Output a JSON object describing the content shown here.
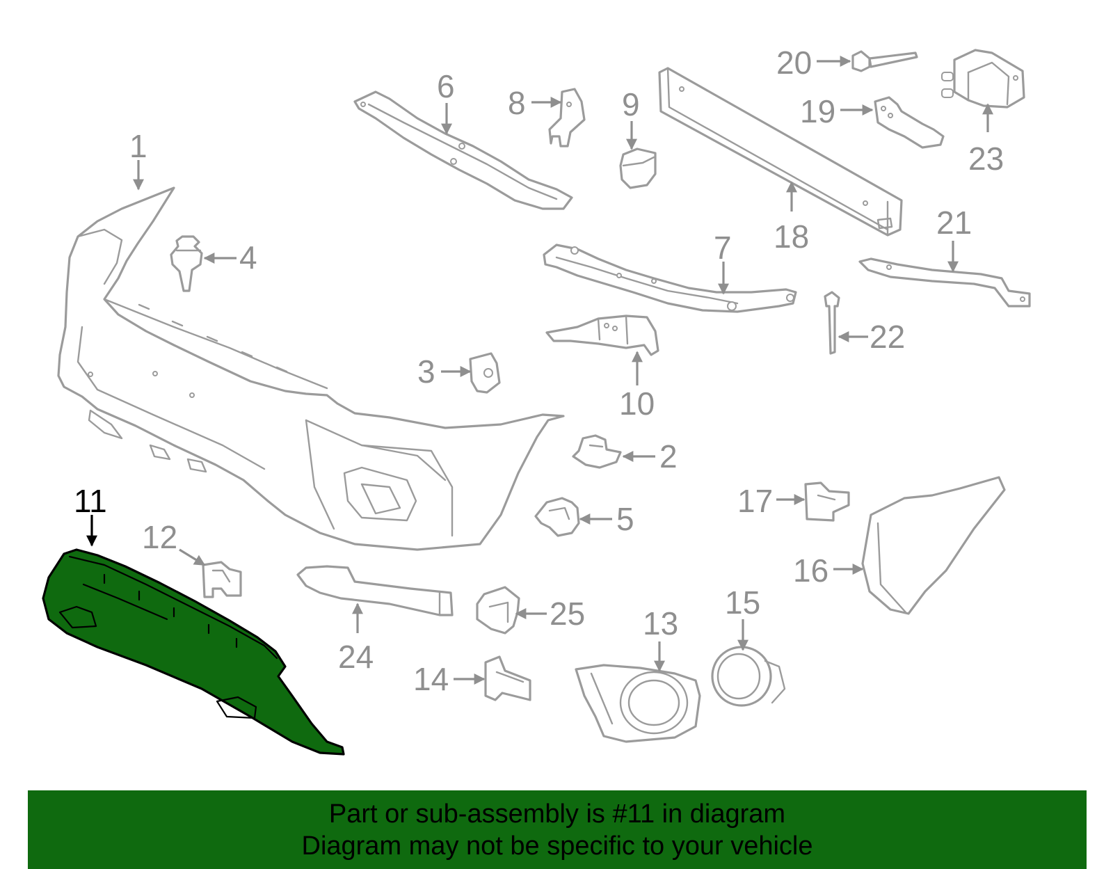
{
  "colors": {
    "line": "#9b9b9b",
    "label": "#8f8f8f",
    "highlight_fill": "#0f6a0f",
    "highlight_stroke": "#000000",
    "banner": "#0f6a0f"
  },
  "highlighted_part": "11",
  "callouts": {
    "c1": "1",
    "c2": "2",
    "c3": "3",
    "c4": "4",
    "c5": "5",
    "c6": "6",
    "c7": "7",
    "c8": "8",
    "c9": "9",
    "c10": "10",
    "c11": "11",
    "c12": "12",
    "c13": "13",
    "c14": "14",
    "c15": "15",
    "c16": "16",
    "c17": "17",
    "c18": "18",
    "c19": "19",
    "c20": "20",
    "c21": "21",
    "c22": "22",
    "c23": "23",
    "c24": "24",
    "c25": "25"
  },
  "banner": {
    "line1": "Part or sub-assembly is #11 in diagram",
    "line2": "Diagram may not be specific to your vehicle"
  }
}
